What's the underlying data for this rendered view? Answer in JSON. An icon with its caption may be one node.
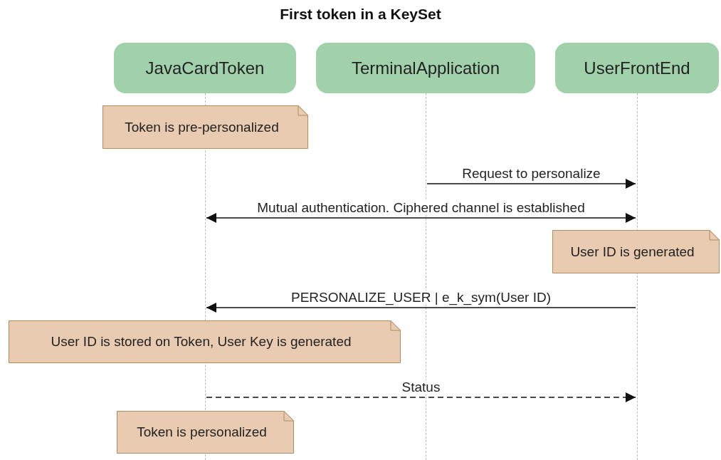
{
  "diagram": {
    "title": "First token in a KeySet",
    "nodes": [
      {
        "text": [
          "JavaCardToken"
        ]
      },
      {
        "text": [
          "TerminalApplication"
        ]
      },
      {
        "text": [
          "UserFrontEnd"
        ]
      },
      {
        "text": [],
        "shape": "line"
      },
      {
        "text": [],
        "shape": "line"
      },
      {
        "text": [],
        "shape": "line"
      },
      {
        "text": [
          "Token is pre-personalized"
        ]
      },
      {
        "text": [
          "User ID is generated"
        ]
      },
      {
        "text": [
          "User ID is stored on Token, User Key is generated"
        ]
      },
      {
        "text": [
          "Token is personalized"
        ]
      }
    ],
    "edges": [
      {
        "from": 4,
        "to": 5,
        "arrow": "to",
        "label": "Request to personalize"
      },
      {
        "from": 3,
        "to": 5,
        "arrow": "both",
        "label": "Mutual authentication. Ciphered channel is established"
      },
      {
        "from": 5,
        "to": 3,
        "arrow": "to",
        "label": "PERSONALIZE_USER | e_k_sym(User ID)"
      },
      {
        "from": 3,
        "to": 5,
        "arrow": "to",
        "label": "Status",
        "style": "dashed"
      }
    ]
  }
}
